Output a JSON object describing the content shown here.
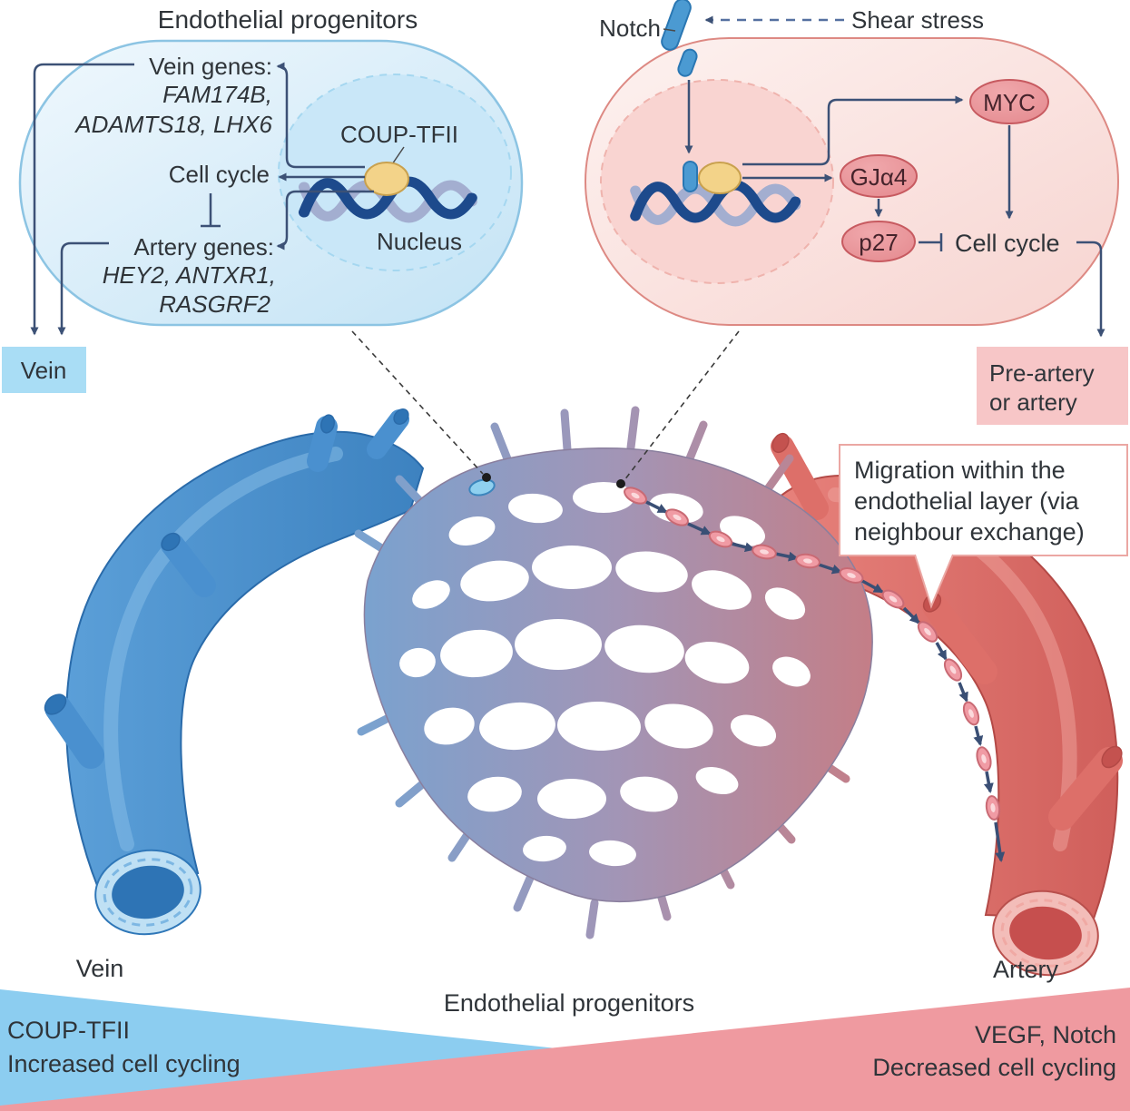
{
  "left_cell": {
    "title": "Endothelial progenitors",
    "vein_genes_label": "Vein genes:",
    "vein_genes_line1": "FAM174B,",
    "vein_genes_line2": "ADAMTS18, LHX6",
    "cell_cycle": "Cell cycle",
    "artery_genes_label": "Artery genes:",
    "artery_genes_line1": "HEY2, ANTXR1,",
    "artery_genes_line2": "RASGRF2",
    "tf_label": "COUP-TFII",
    "nucleus_label": "Nucleus",
    "fate_label": "Vein"
  },
  "right_cell": {
    "notch_label": "Notch",
    "shear_label": "Shear stress",
    "myc_label": "MYC",
    "gja4_label": "GJα4",
    "p27_label": "p27",
    "cell_cycle": "Cell cycle",
    "fate_line1": "Pre-artery",
    "fate_line2": "or artery"
  },
  "callout": {
    "line1": "Migration within the",
    "line2": "endothelial layer (via",
    "line3": "neighbour exchange)"
  },
  "bottom": {
    "vein_label": "Vein",
    "artery_label": "Artery",
    "center_label": "Endothelial progenitors",
    "blue_wedge_line1": "COUP-TFII",
    "blue_wedge_line2": "Increased cell cycling",
    "pink_wedge_line1": "VEGF, Notch",
    "pink_wedge_line2": "Decreased cell cycling"
  },
  "colors": {
    "vein_blue": "#4a90d0",
    "artery_red": "#e0716c",
    "wedge_blue": "#8ccdf0",
    "wedge_pink": "#ef9aa0",
    "vein_box": "#a9ddf5",
    "preartery_box": "#f7c6c7",
    "arrow": "#3c5176",
    "dna_navy": "#1d4a8c",
    "dna_grey": "#a3aed0",
    "tf_yellow": "#f3d389",
    "notch_blue": "#4b9ad2"
  }
}
